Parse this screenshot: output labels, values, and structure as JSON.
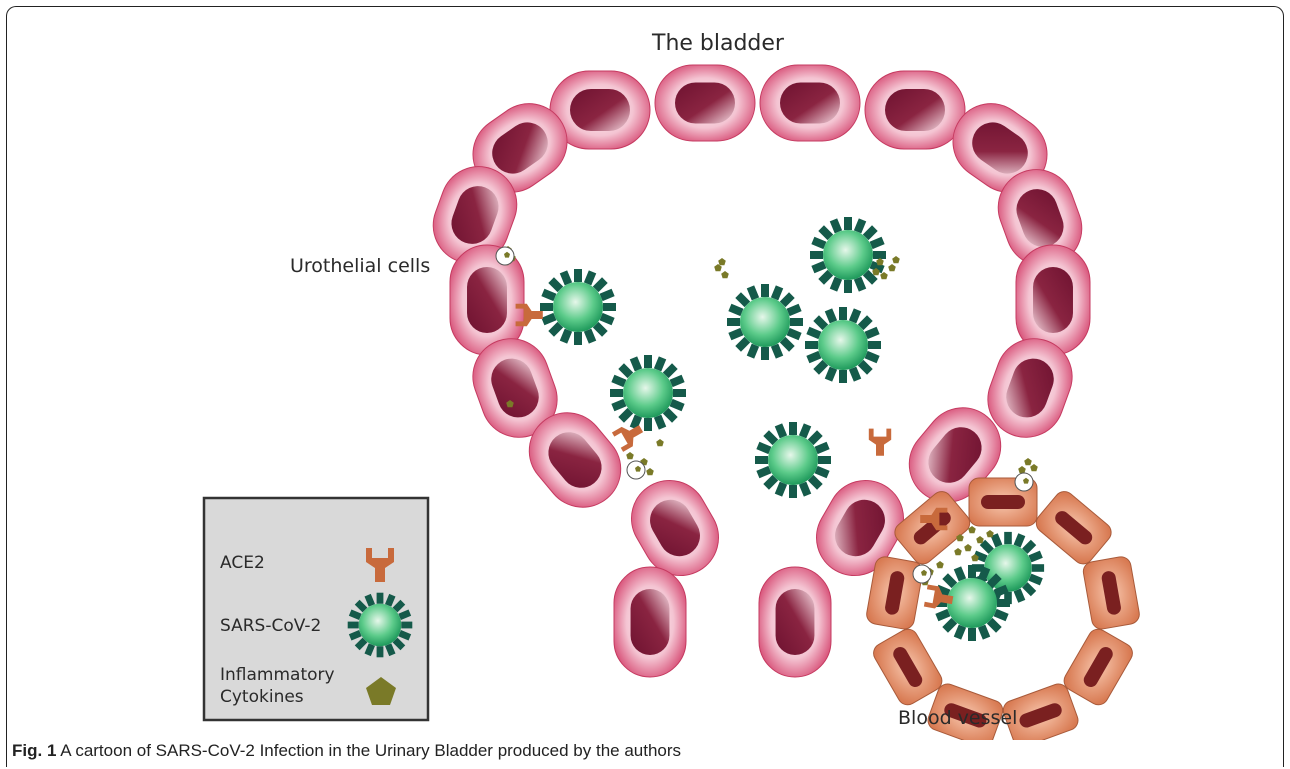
{
  "title": "The bladder",
  "labels": {
    "urothelial": "Urothelial cells",
    "blood_vessel": "Blood vessel"
  },
  "legend": {
    "items": [
      {
        "label": "ACE2",
        "icon": "ace2-receptor-icon"
      },
      {
        "label": "SARS-CoV-2",
        "icon": "virus-icon"
      },
      {
        "label_line1": "Inflammatory",
        "label_line2": "Cytokines",
        "icon": "pentagon-icon"
      }
    ]
  },
  "caption": {
    "prefix": "Fig. 1",
    "text": " A cartoon of SARS-CoV-2 Infection in the Urinary Bladder produced by the authors"
  },
  "colors": {
    "urothelial_outer": "#d6406a",
    "urothelial_light": "#fbe6ec",
    "nucleus": "#7a1a33",
    "vessel_cell": "#e0906e",
    "vessel_nucleus": "#7a2020",
    "virus_spike": "#155a4a",
    "virus_core": "#3cb878",
    "ace2": "#c86a3c",
    "cytokine": "#7a7a28",
    "legend_bg": "#d9d9d9"
  }
}
